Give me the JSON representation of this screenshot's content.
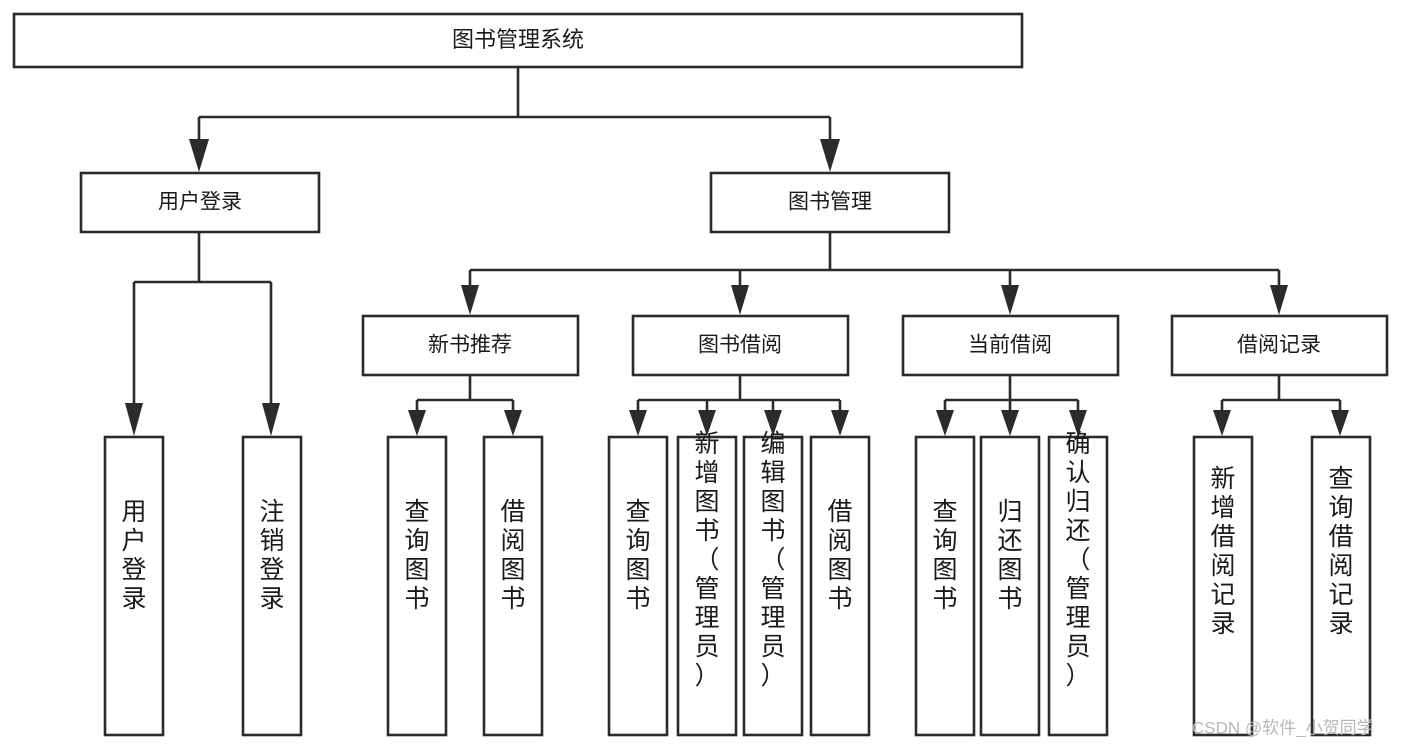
{
  "diagram": {
    "title": "图书管理系统",
    "type": "hierarchy-tree",
    "watermark": "CSDN @软件_小贺同学",
    "levels": {
      "root": "图书管理系统",
      "level2": [
        "用户登录",
        "图书管理"
      ],
      "level3": [
        "新书推荐",
        "图书借阅",
        "当前借阅",
        "借阅记录"
      ]
    },
    "nodes": {
      "root": {
        "label": "图书管理系统"
      },
      "user_login": {
        "label": "用户登录"
      },
      "book_manage": {
        "label": "图书管理"
      },
      "new_book_rec": {
        "label": "新书推荐"
      },
      "book_borrow": {
        "label": "图书借阅"
      },
      "current_borrow": {
        "label": "当前借阅"
      },
      "borrow_record": {
        "label": "借阅记录"
      },
      "leaf_user_login": {
        "label": "用户登录"
      },
      "leaf_user_logout": {
        "label": "注销登录"
      },
      "leaf_query_book_1": {
        "label": "查询图书"
      },
      "leaf_borrow_book_1": {
        "label": "借阅图书"
      },
      "leaf_query_book_2": {
        "label": "查询图书"
      },
      "leaf_add_book_admin": {
        "label": "新增图书（管理员）"
      },
      "leaf_edit_book_admin": {
        "label": "编辑图书（管理员）"
      },
      "leaf_borrow_book_2": {
        "label": "借阅图书"
      },
      "leaf_query_book_3": {
        "label": "查询图书"
      },
      "leaf_return_book": {
        "label": "归还图书"
      },
      "leaf_confirm_return_admin": {
        "label": "确认归还（管理员）"
      },
      "leaf_add_borrow_record": {
        "label": "新增借阅记录"
      },
      "leaf_query_borrow_record": {
        "label": "查询借阅记录"
      }
    },
    "colors": {
      "background": "#ffffff",
      "box_fill": "#ffffff",
      "box_stroke": "#2b2b2b",
      "text": "#1a1a1a",
      "watermark": "#b7b7b7"
    }
  }
}
